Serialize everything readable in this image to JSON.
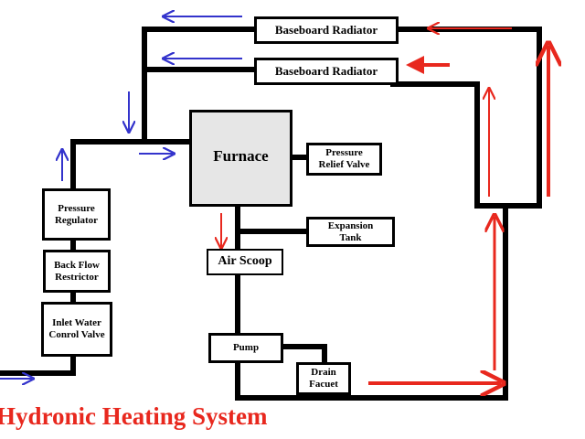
{
  "title": "Hydronic Heating System",
  "components": {
    "radiator_top": "Baseboard Radiator",
    "radiator_bottom": "Baseboard Radiator",
    "furnace": "Furnace",
    "pressure_relief_valve_line1": "Pressure",
    "pressure_relief_valve_line2": "Relief Valve",
    "expansion_tank_line1": "Expansion",
    "expansion_tank_line2": "Tank",
    "air_scoop": "Air Scoop",
    "pump": "Pump",
    "drain_faucet_line1": "Drain",
    "drain_faucet_line2": "Facuet",
    "pressure_regulator_line1": "Pressure",
    "pressure_regulator_line2": "Regulator",
    "back_flow_restrictor_line1": "Back Flow",
    "back_flow_restrictor_line2": "Restrictor",
    "inlet_water_control_valve_line1": "Inlet Water",
    "inlet_water_control_valve_line2": "Conrol Valve"
  },
  "colors": {
    "pipe": "#000000",
    "cold_flow_arrow": "#3333cc",
    "hot_flow_arrow": "#e8281e",
    "title": "#e8281e",
    "furnace_fill": "#e6e6e6"
  }
}
